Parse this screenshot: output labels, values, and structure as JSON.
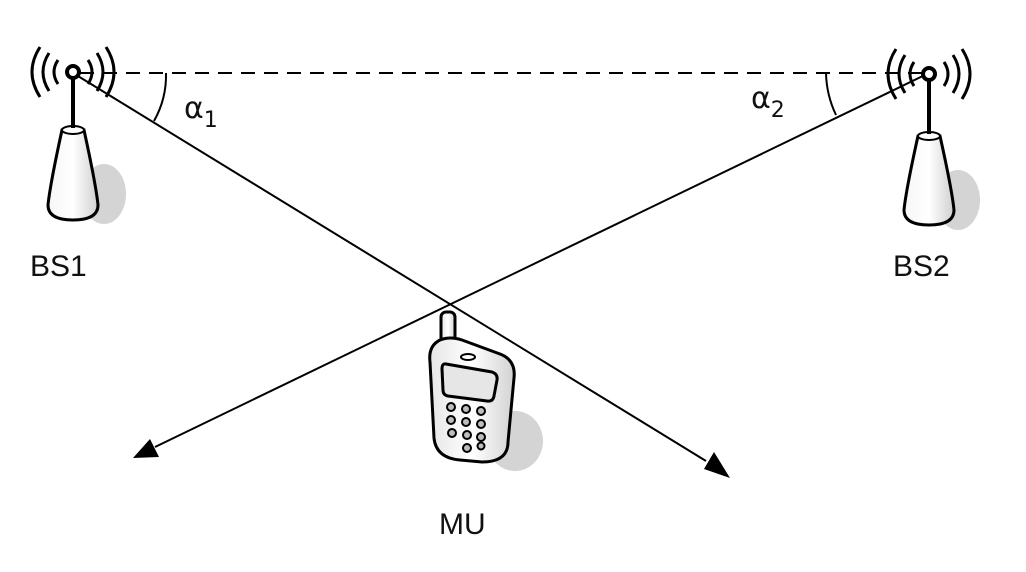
{
  "stations": [
    {
      "id": "bs1",
      "label": "BS1"
    },
    {
      "id": "bs2",
      "label": "BS2"
    }
  ],
  "mobile": {
    "label": "MU"
  },
  "angles": [
    {
      "symbol": "α",
      "subscript": "1"
    },
    {
      "symbol": "α",
      "subscript": "2"
    }
  ],
  "colors": {
    "line": "#000000",
    "antenna_fill": "#e8e8e8",
    "shadow": "#d0d0d0"
  }
}
